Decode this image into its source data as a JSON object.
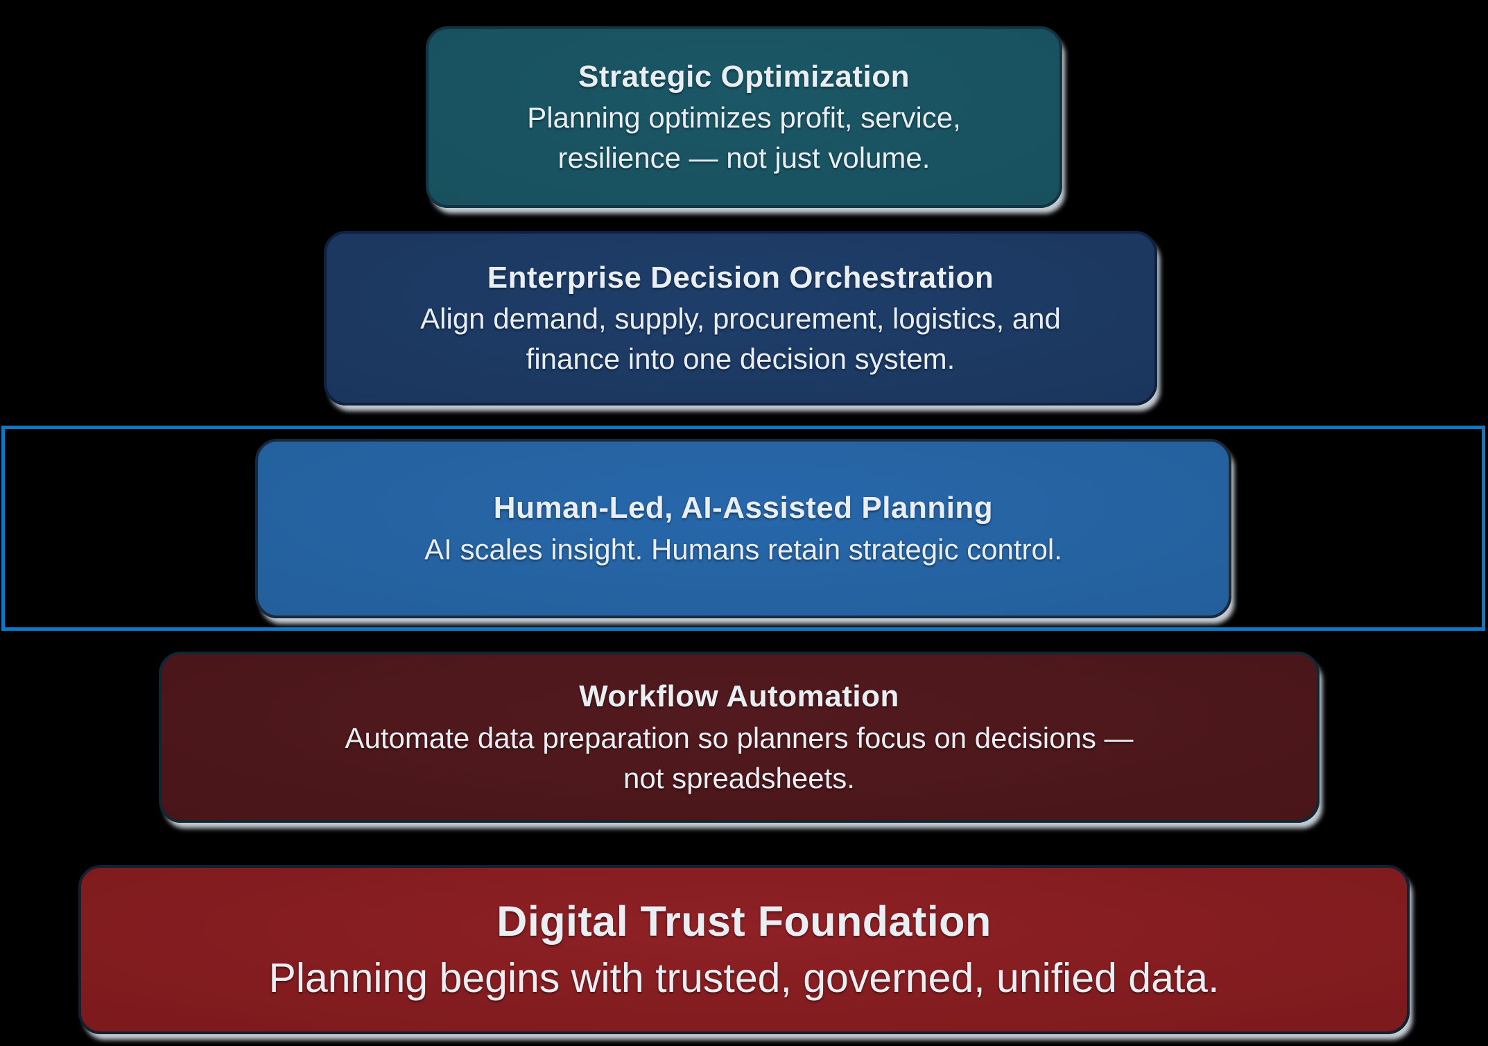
{
  "canvas": {
    "background_color": "#000000",
    "text_color": "#e9eef3"
  },
  "highlight": {
    "purpose": "selection-rectangle around middle layer",
    "border_color": "#0d78c4"
  },
  "diagram": {
    "type": "stacked-pyramid",
    "layers": [
      {
        "id": "strategic-optimization",
        "title": "Strategic Optimization",
        "body": "Planning optimizes profit, service,\nresilience — not just volume.",
        "bg_center": "#1b5766",
        "bg_edge": "#154a57",
        "border_color": "#113542"
      },
      {
        "id": "enterprise-decision-orchestration",
        "title": "Enterprise Decision Orchestration",
        "body": "Align demand, supply, procurement, logistics, and\nfinance into one decision system.",
        "bg_center": "#1e3e6a",
        "bg_edge": "#182f52",
        "border_color": "#0e2240"
      },
      {
        "id": "human-led-ai-assisted-planning",
        "title": "Human-Led, AI-Assisted Planning",
        "body": "AI scales insight. Humans retain strategic control.",
        "bg_center": "#2767aa",
        "bg_edge": "#21588f",
        "border_color": "#18293c",
        "highlighted": true
      },
      {
        "id": "workflow-automation",
        "title": "Workflow Automation",
        "body": "Automate data preparation so planners focus on decisions —\nnot spreadsheets.",
        "bg_center": "#521a1e",
        "bg_edge": "#411115",
        "border_color": "#122734"
      },
      {
        "id": "digital-trust-foundation",
        "title": "Digital Trust Foundation",
        "body": "Planning begins with trusted, governed, unified data.",
        "bg_center": "#8e2125",
        "bg_edge": "#6c1315",
        "border_color": "#14202f"
      }
    ]
  }
}
